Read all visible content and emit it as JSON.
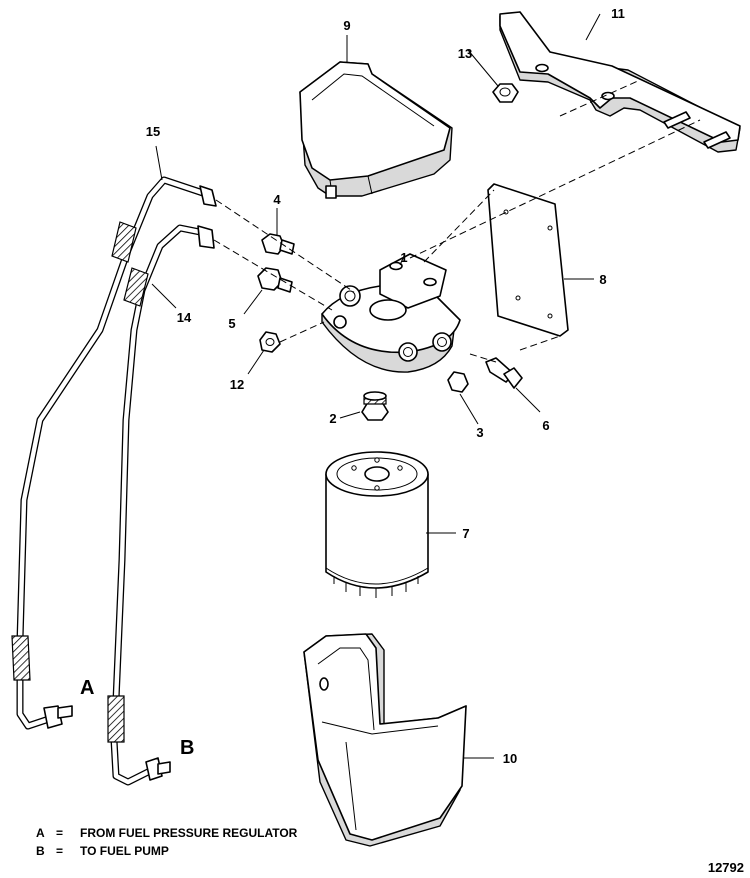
{
  "diagram": {
    "callouts": [
      "1",
      "2",
      "3",
      "4",
      "5",
      "6",
      "7",
      "8",
      "9",
      "10",
      "11",
      "12",
      "13",
      "14",
      "15"
    ],
    "line_labels": {
      "a": "A",
      "b": "B"
    },
    "legend": [
      {
        "key": "A",
        "sep": "=",
        "text": "FROM FUEL PRESSURE REGULATOR"
      },
      {
        "key": "B",
        "sep": "=",
        "text": "TO FUEL PUMP"
      }
    ],
    "figure_number": "12792"
  }
}
